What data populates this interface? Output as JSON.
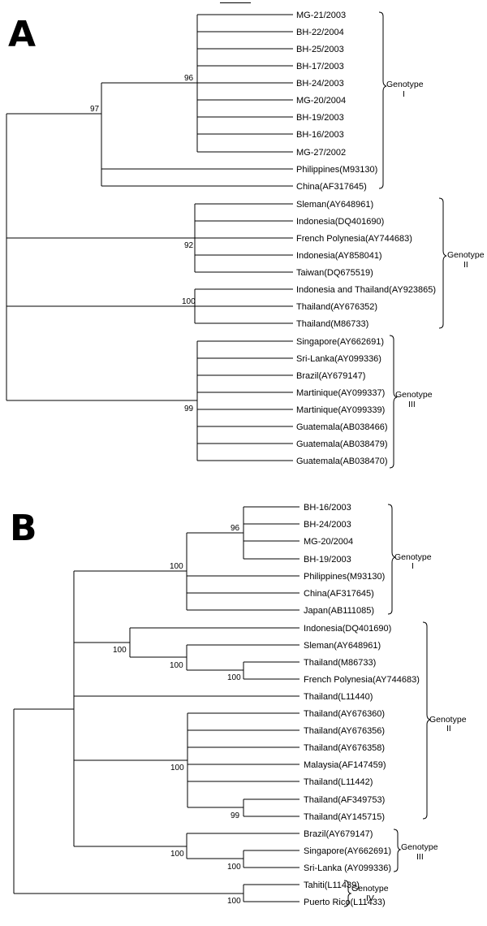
{
  "panels": [
    {
      "label": "A",
      "taxa": [
        "MG-21/2003",
        "BH-22/2004",
        "BH-25/2003",
        "BH-17/2003",
        "BH-24/2003",
        "MG-20/2004",
        "BH-19/2003",
        "BH-16/2003",
        "MG-27/2002",
        "Philippines(M93130)",
        "China(AF317645)",
        "Sleman(AY648961)",
        "Indonesia(DQ401690)",
        "French Polynesia(AY744683)",
        "Indonesia(AY858041)",
        "Taiwan(DQ675519)",
        "Indonesia and Thailand(AY923865)",
        "Thailand(AY676352)",
        "Thailand(M86733)",
        "Singapore(AY662691)",
        "Sri-Lanka(AY099336)",
        "Brazil(AY679147)",
        "Martinique(AY099337)",
        "Martinique(AY099339)",
        "Guatemala(AB038466)",
        "Guatemala(AB038479)",
        "Guatemala(AB038470)"
      ],
      "support": [
        "96",
        "97",
        "92",
        "100",
        "99"
      ],
      "genotypes": [
        {
          "line1": "Genotype",
          "line2": "I"
        },
        {
          "line1": "Genotype",
          "line2": "II"
        },
        {
          "line1": "Genotype",
          "line2": "III"
        }
      ]
    },
    {
      "label": "B",
      "taxa": [
        "BH-16/2003",
        "BH-24/2003",
        "MG-20/2004",
        "BH-19/2003",
        "Philippines(M93130)",
        "China(AF317645)",
        "Japan(AB111085)",
        "Indonesia(DQ401690)",
        "Sleman(AY648961)",
        "Thailand(M86733)",
        "French Polynesia(AY744683)",
        "Thailand(L11440)",
        "Thailand(AY676360)",
        "Thailand(AY676356)",
        "Thailand(AY676358)",
        "Malaysia(AF147459)",
        "Thailand(L11442)",
        "Thailand(AF349753)",
        "Thailand(AY145715)",
        "Brazil(AY679147)",
        "Singapore(AY662691)",
        "Sri-Lanka (AY099336)",
        "Tahiti(L11439)",
        "Puerto Rico(L11433)"
      ],
      "support": [
        "96",
        "100",
        "100",
        "100",
        "100",
        "99",
        "100",
        "100",
        "100",
        "100"
      ],
      "genotypes": [
        {
          "line1": "Genotype",
          "line2": "I"
        },
        {
          "line1": "Genotype",
          "line2": "II"
        },
        {
          "line1": "Genotype",
          "line2": "III"
        },
        {
          "line1": "Genotype",
          "line2": "IV"
        }
      ]
    }
  ]
}
